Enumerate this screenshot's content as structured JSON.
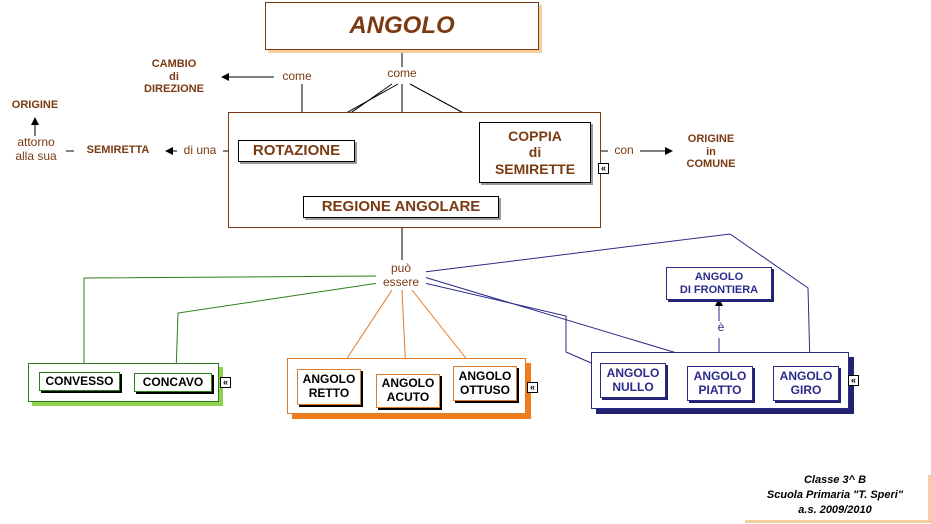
{
  "title": "ANGOLO",
  "nodes": {
    "rotazione": "ROTAZIONE",
    "coppia": "COPPIA\ndi\nSEMIRETTE",
    "regione": "REGIONE ANGOLARE",
    "semiretta": "SEMIRETTA",
    "origine": "ORIGINE",
    "cambio": "CAMBIO\ndi\nDIREZIONE",
    "origine_comune": "ORIGINE\nin\nCOMUNE",
    "convesso": "CONVESSO",
    "concavo": "CONCAVO",
    "retto": "ANGOLO\nRETTO",
    "acuto": "ANGOLO\nACUTO",
    "ottuso": "ANGOLO\nOTTUSO",
    "nullo": "ANGOLO\nNULLO",
    "piatto": "ANGOLO\nPIATTO",
    "giro": "ANGOLO\nGIRO",
    "frontiera": "ANGOLO\nDI FRONTIERA"
  },
  "links": {
    "come_top": "come",
    "come_left": "come",
    "di_una": "di una",
    "attorno": "attorno\nalla sua",
    "con": "con",
    "puo_essere": "può\nessere",
    "e": "è"
  },
  "expander_symbol": "«",
  "footer": {
    "line1": "Classe  3^ B",
    "line2": "Scuola Primaria \"T. Speri\"",
    "line3": "a.s. 2009/2010"
  },
  "colors": {
    "brown": "#7a3a12",
    "green": "#2e7d1e",
    "green_shadow": "#8fd14f",
    "orange": "#e07b2a",
    "orange_shadow": "#f07c1a",
    "navy": "#2a2a8a",
    "navy_shadow": "#22226e"
  }
}
